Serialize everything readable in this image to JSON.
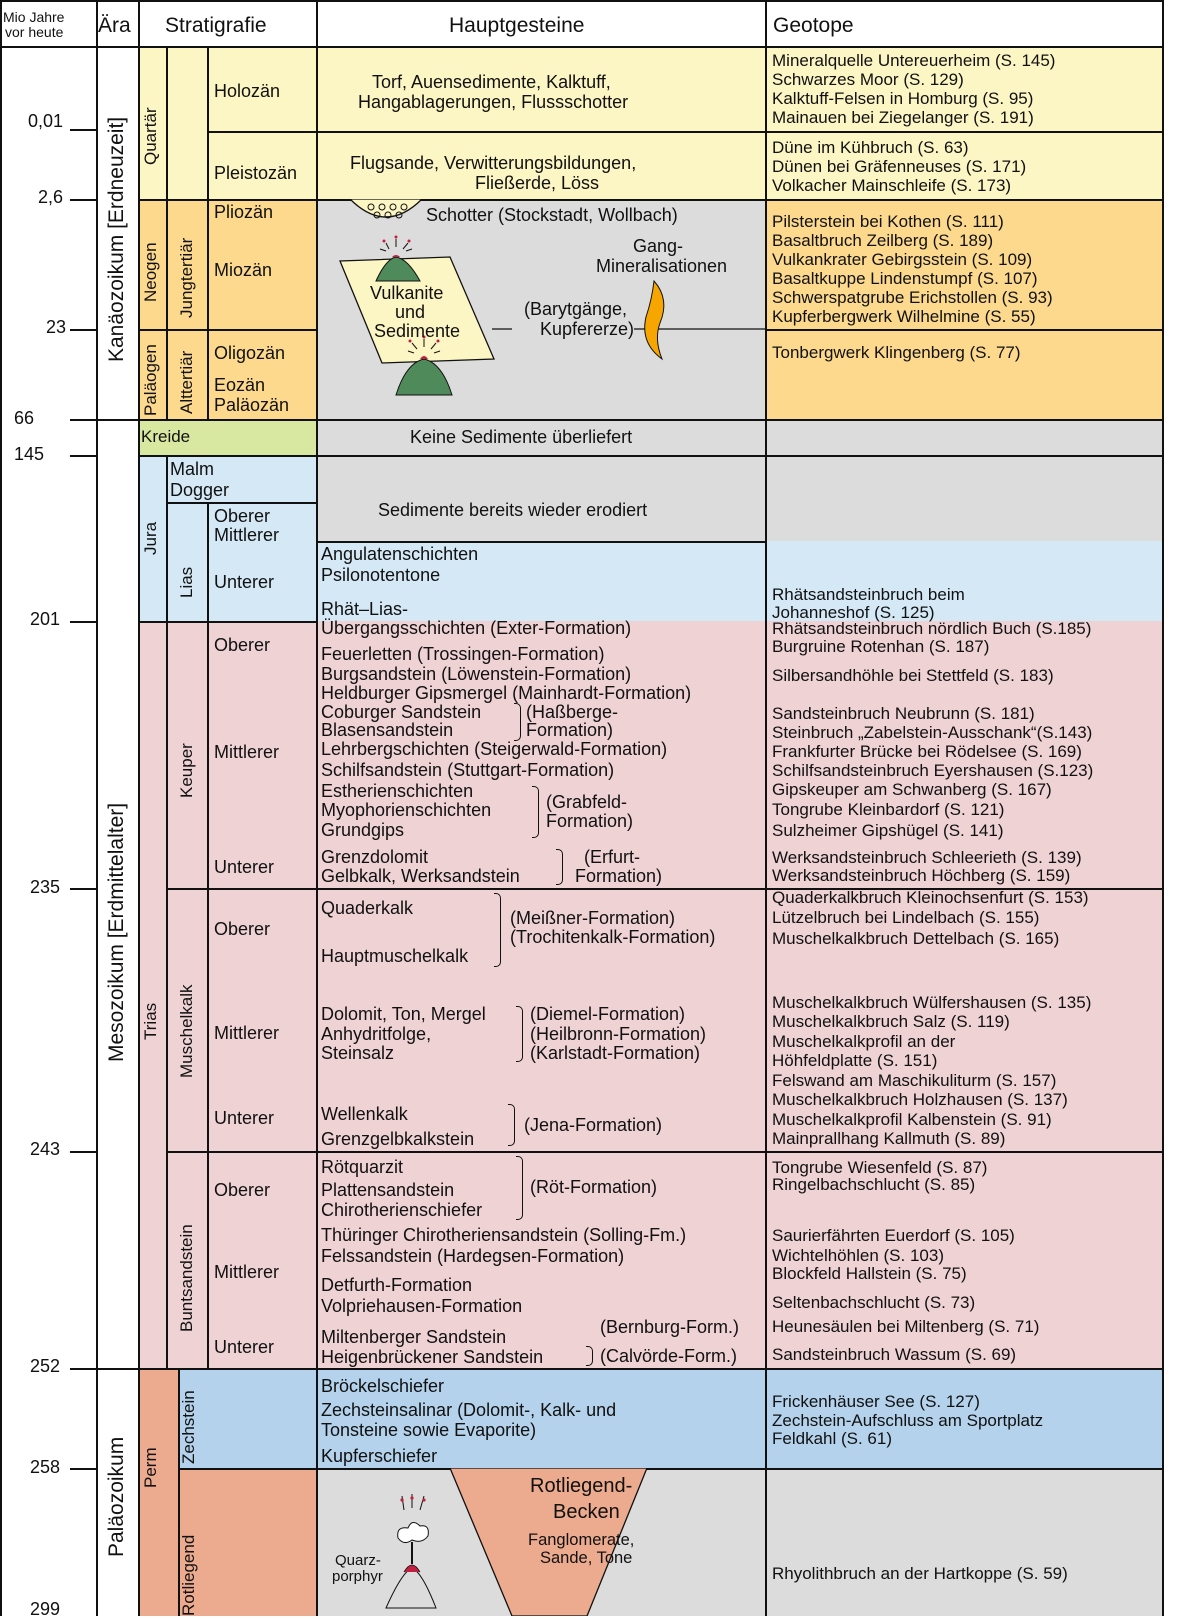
{
  "colors": {
    "quartaer": "#fcf5c4",
    "tertiaer": "#fdd98e",
    "kreide": "#d8e8a0",
    "jura": "#d4e8f6",
    "trias": "#efd2d4",
    "zechstein": "#b4d2ec",
    "perm": "#ecaa8e",
    "gray": "#dcdcdc",
    "white": "#ffffff",
    "line": "#111111",
    "flame": "#f7a500",
    "volcano": "#4f8a5a",
    "magma": "#c0203f"
  },
  "header": {
    "mio_jahre_line1": "Mio Jahre",
    "mio_jahre_line2": "vor heute",
    "aera": "Ära",
    "stratigrafie": "Stratigrafie",
    "hauptgesteine": "Hauptgesteine",
    "geotope": "Geotope"
  },
  "ages": [
    "0,01",
    "2,6",
    "23",
    "66",
    "145",
    "201",
    "235",
    "243",
    "252",
    "258",
    "299"
  ],
  "eras": {
    "kanaozoikum": "Kanäozoikum [Erdneuzeit]",
    "mesozoikum": "Mesozoikum [Erdmittelalter]",
    "palaozoikum": "Paläozoikum"
  },
  "systems": {
    "quartaer": "Quartär",
    "neogen": "Neogen",
    "palaogen": "Paläogen",
    "jungtertiaer": "Jungtertiär",
    "alttertiaer": "Alttertiär",
    "kreide": "Kreide",
    "jura": "Jura",
    "lias": "Lias",
    "trias": "Trias",
    "keuper": "Keuper",
    "muschelkalk": "Muschelkalk",
    "buntsandstein": "Buntsandstein",
    "perm": "Perm",
    "zechstein": "Zechstein",
    "rotliegend": "Rotliegend"
  },
  "stages": {
    "holozaen": "Holozän",
    "pleistozaen": "Pleistozän",
    "pliozaen": "Pliozän",
    "miozaen": "Miozän",
    "oligozaen": "Oligozän",
    "eozaen": "Eozän",
    "palaozaen": "Paläozän",
    "malm": "Malm",
    "dogger": "Dogger",
    "oberer": "Oberer",
    "mittlerer": "Mittlerer",
    "unterer": "Unterer"
  },
  "rocks": {
    "holozaen": [
      "Torf, Auensedimente, Kalktuff,",
      "Hangablagerungen, Flussschotter"
    ],
    "pleistozaen": [
      "Flugsande, Verwitterungsbildungen,",
      "Fließerde, Löss"
    ],
    "schotter": "Schotter (Stockstadt, Wollbach)",
    "gang": [
      "Gang-",
      "Mineralisationen"
    ],
    "vulkanite": [
      "Vulkanite",
      "und",
      "Sedimente"
    ],
    "baryt": [
      "(Barytgänge,",
      "Kupfererze)"
    ],
    "kreide": "Keine Sedimente überliefert",
    "jura_erodiert": "Sedimente bereits wieder erodiert",
    "lias": [
      "Angulatenschichten",
      "Psilonotentone",
      "Rhät–Lias-",
      "Übergangsschichten  (Exter-Formation)"
    ],
    "keuper_oberer": "Feuerletten (Trossingen-Formation)",
    "keuper_mittlerer": [
      "Burgsandstein (Löwenstein-Formation)",
      "Heldburger Gipsmergel (Mainhardt-Formation)",
      "Coburger Sandstein",
      "Blasensandstein",
      "(Haßberge-",
      "Formation)",
      "Lehrbergschichten (Steigerwald-Formation)",
      "Schilfsandstein (Stuttgart-Formation)",
      "Estherienschichten",
      "Myophorienschichten",
      "Grundgips",
      "(Grabfeld-",
      "Formation)"
    ],
    "keuper_unterer": [
      "Grenzdolomit",
      "Gelbkalk, Werksandstein",
      "(Erfurt-",
      "Formation)"
    ],
    "mk_oberer": [
      "Quaderkalk",
      "Hauptmuschelkalk",
      "(Meißner-Formation)",
      "(Trochitenkalk-Formation)"
    ],
    "mk_mittlerer": [
      "Dolomit, Ton, Mergel",
      "Anhydritfolge,",
      "Steinsalz",
      "(Diemel-Formation)",
      "(Heilbronn-Formation)",
      "(Karlstadt-Formation)"
    ],
    "mk_unterer": [
      "Wellenkalk",
      "Grenzgelbkalkstein",
      "(Jena-Formation)"
    ],
    "bs_oberer": [
      "Rötquarzit",
      "Plattensandstein",
      "Chirotherienschiefer",
      "(Röt-Formation)"
    ],
    "bs_mittlerer": [
      "Thüringer Chirotheriensandstein  (Solling-Fm.)",
      "Felssandstein  (Hardegsen-Formation)",
      "Detfurth-Formation",
      "Volpriehausen-Formation"
    ],
    "bs_unterer": [
      "Miltenberger Sandstein",
      "Heigenbrückener Sandstein",
      "(Bernburg-Form.)",
      "(Calvörde-Form.)"
    ],
    "zechstein": [
      "Bröckelschiefer",
      "Zechsteinsalinar (Dolomit-, Kalk- und",
      "Tonsteine sowie Evaporite)",
      "Kupferschiefer"
    ],
    "rotliegend": [
      "Rotliegend-",
      "Becken",
      "Fanglomerate,",
      "Sande, Tone"
    ],
    "quarzporphyr": [
      "Quarz-",
      "porphyr"
    ]
  },
  "geotope": {
    "holozaen": [
      "Mineralquelle Untereuerheim (S. 145)",
      "Schwarzes Moor (S. 129)",
      "Kalktuff-Felsen in Homburg (S. 95)",
      "Mainauen bei Ziegelanger (S. 191)"
    ],
    "pleistozaen": [
      "Düne im Kühbruch (S. 63)",
      "Dünen bei Gräfenneuses (S. 171)",
      "Volkacher Mainschleife (S. 173)"
    ],
    "neogen": [
      "Pilsterstein bei Kothen (S. 111)",
      "Basaltbruch Zeilberg (S. 189)",
      "Vulkankrater Gebirgsstein (S. 109)",
      "Basaltkuppe Lindenstumpf (S. 107)",
      "Schwerspatgrube Erichstollen (S. 93)",
      "Kupferbergwerk Wilhelmine (S. 55)"
    ],
    "palaogen": [
      "Tonbergwerk Klingenberg (S. 77)"
    ],
    "lias": [
      "Rhätsandsteinbruch beim",
      "Johanneshof (S. 125)"
    ],
    "keuper_oberer": [
      "Rhätsandsteinbruch nördlich Buch (S.185)",
      "Burgruine Rotenhan (S. 187)"
    ],
    "keuper_mittlerer": [
      "Silbersandhöhle bei Stettfeld (S. 183)",
      "Sandsteinbruch Neubrunn (S. 181)",
      "Steinbruch „Zabelstein-Ausschank“(S.143)",
      "Frankfurter Brücke bei Rödelsee (S. 169)",
      "Schilfsandsteinbruch Eyershausen (S.123)",
      "Gipskeuper am Schwanberg (S. 167)",
      "Tongrube Kleinbardorf (S. 121)",
      "Sulzheimer Gipshügel (S. 141)"
    ],
    "keuper_unterer": [
      "Werksandsteinbruch Schleerieth (S. 139)",
      "Werksandsteinbruch Höchberg (S. 159)"
    ],
    "mk_oberer": [
      "Quaderkalkbruch Kleinochsenfurt (S. 153)",
      "Lützelbruch bei Lindelbach (S. 155)",
      "Muschelkalkbruch Dettelbach (S. 165)"
    ],
    "mk_mittlerer": [
      "Muschelkalkbruch Wülfershausen (S. 135)",
      "Muschelkalkbruch Salz (S. 119)",
      "Muschelkalkprofil an der",
      "Höhfeldplatte (S. 151)",
      "Felswand am Maschikuliturm (S. 157)",
      "Muschelkalkbruch Holzhausen (S. 137)",
      "Muschelkalkprofil Kalbenstein (S. 91)",
      "Mainprallhang Kallmuth (S. 89)"
    ],
    "bs_oberer": [
      "Tongrube Wiesenfeld (S. 87)",
      "Ringelbachschlucht (S. 85)"
    ],
    "bs_mittlerer": [
      "Saurierfährten Euerdorf (S. 105)",
      "Wichtelhöhlen (S. 103)",
      "Blockfeld Hallstein (S. 75)",
      "Seltenbachschlucht (S. 73)"
    ],
    "bs_unterer": [
      "Heunesäulen bei Miltenberg (S. 71)",
      "Sandsteinbruch Wassum (S. 69)"
    ],
    "zechstein": [
      "Frickenhäuser See (S. 127)",
      "Zechstein-Aufschluss am Sportplatz",
      "Feldkahl (S. 61)"
    ],
    "rotliegend": [
      "Rhyolithbruch an der Hartkoppe (S. 59)"
    ]
  }
}
